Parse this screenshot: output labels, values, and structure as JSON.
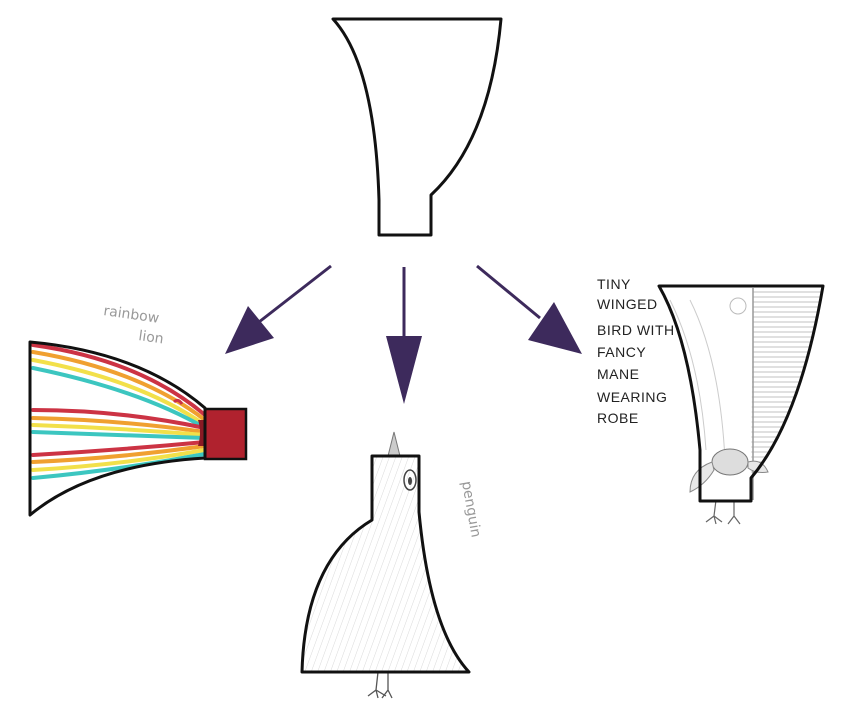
{
  "annotations": {
    "left": [
      "rainbow",
      "lion"
    ],
    "middle": "penguin",
    "right": [
      "TINY",
      "WINGED",
      "BIRD WITH",
      "FANCY",
      "MANE",
      "WEARING",
      "ROBE"
    ]
  },
  "colors": {
    "outline": "#111111",
    "arrow": "#3d2a5c",
    "rainbow_red": "#cc3344",
    "rainbow_orange": "#f0a030",
    "rainbow_yellow": "#f2e04a",
    "rainbow_teal": "#3cc6c0",
    "lion_face": "#b0222e",
    "pencil": "#888888"
  }
}
